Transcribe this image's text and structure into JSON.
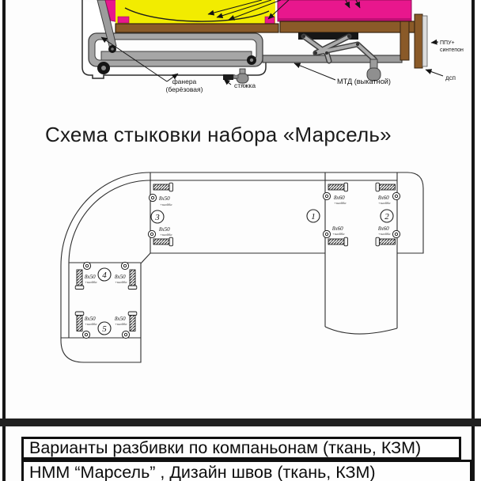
{
  "sofa": {
    "labels": {
      "plywood_line1": "фанера",
      "plywood_line2": "(берёзовая)",
      "tie": "стяжка",
      "mtd": "МТД (выкатной)",
      "ppu_line1": "ППУ+",
      "ppu_line2": "синтепон",
      "dsp": "дсп"
    },
    "colors": {
      "cushion_pink": "#E8178D",
      "seat_yellow": "#F2EC00",
      "wood_brown": "#8A5A28",
      "metal_gray": "#A6A6A6"
    }
  },
  "scheme": {
    "heading": "Схема стыковки набора «Марсель»",
    "section_numbers": [
      "1",
      "2",
      "3",
      "4",
      "5"
    ],
    "bolts": [
      {
        "size": "8x50",
        "note": "+шайба"
      },
      {
        "size": "8x50",
        "note": "+шайба"
      },
      {
        "size": "8x60",
        "note": "+шайба"
      },
      {
        "size": "8x60",
        "note": "+шайба"
      },
      {
        "size": "8x60",
        "note": "+шайба"
      },
      {
        "size": "8x60",
        "note": "+шайба"
      },
      {
        "size": "8x50",
        "note": "+шайба"
      },
      {
        "size": "8x50",
        "note": "+шайба"
      },
      {
        "size": "8x50",
        "note": "+шайба"
      },
      {
        "size": "8x50",
        "note": "+шайба"
      }
    ]
  },
  "footer": {
    "row1": "Варианты разбивки по компаньонам (ткань, КЗМ)",
    "row2": "НММ “Марсель” , Дизайн швов (ткань, КЗМ)"
  }
}
